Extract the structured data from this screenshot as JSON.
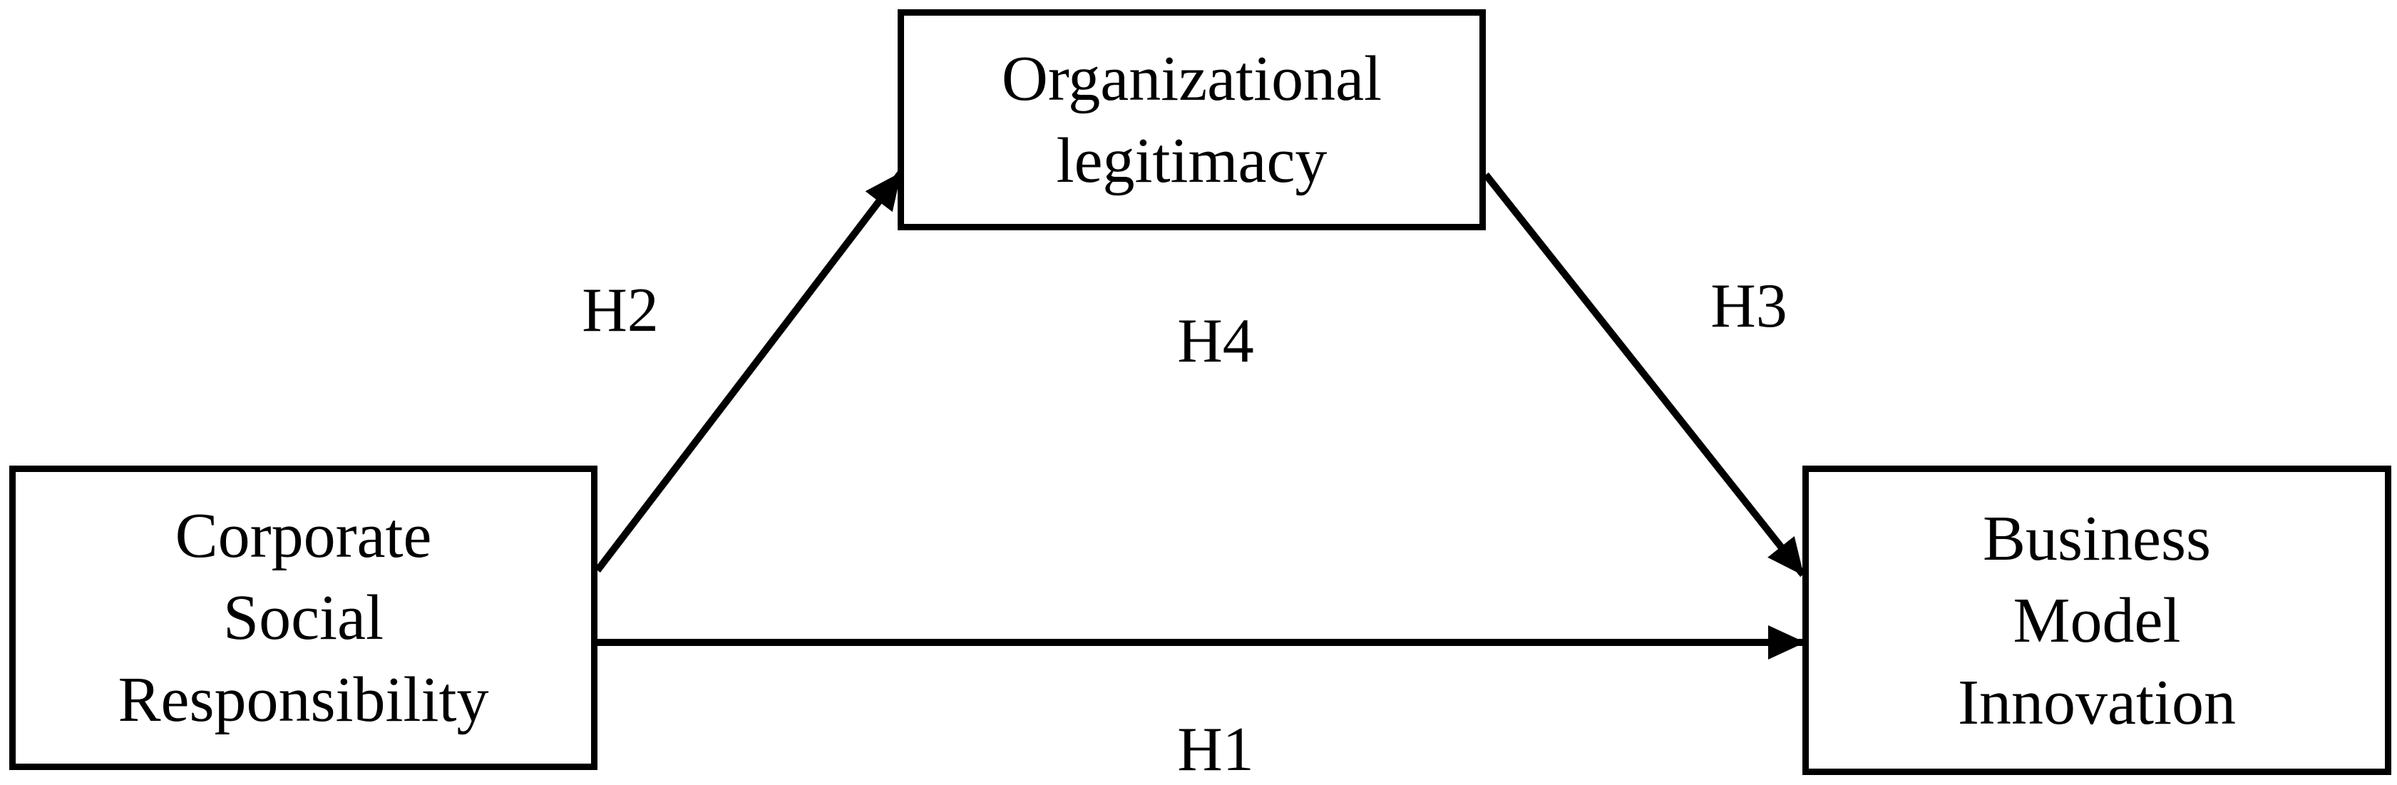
{
  "colors": {
    "line": "#000000",
    "text": "#000000",
    "background": "#ffffff"
  },
  "nodes": {
    "csr": {
      "name": "Corporate Social Responsibility",
      "lines": [
        "Corporate",
        "Social",
        "Responsibility"
      ]
    },
    "legitimacy": {
      "name": "Organizational legitimacy",
      "lines": [
        "Organizational",
        "legitimacy"
      ]
    },
    "bmi": {
      "name": "Business Model Innovation",
      "lines": [
        "Business",
        "Model",
        "Innovation"
      ]
    }
  },
  "edges": {
    "h1": {
      "label": "H1",
      "from": "Corporate Social Responsibility",
      "to": "Business Model Innovation"
    },
    "h2": {
      "label": "H2",
      "from": "Corporate Social Responsibility",
      "to": "Organizational legitimacy"
    },
    "h3": {
      "label": "H3",
      "from": "Organizational legitimacy",
      "to": "Business Model Innovation"
    },
    "h4": {
      "label": "H4"
    }
  }
}
